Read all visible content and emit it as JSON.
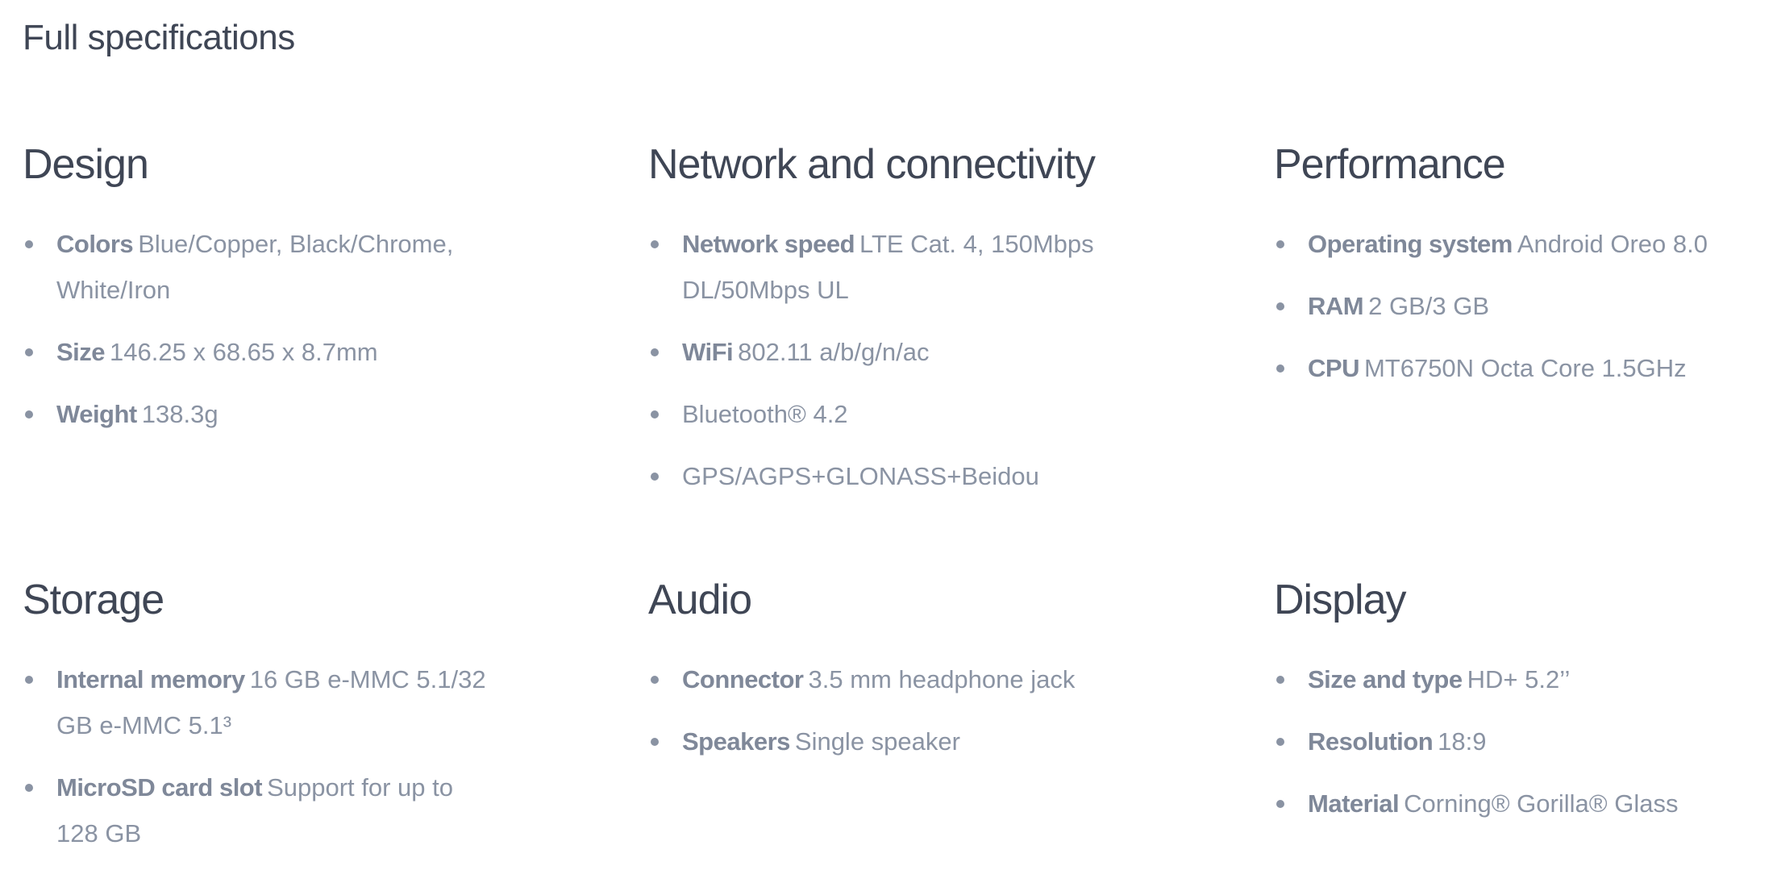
{
  "title": "Full specifications",
  "sections": [
    {
      "heading": "Design",
      "items": [
        {
          "label": "Colors",
          "value": "Blue/Copper, Black/Chrome, White/Iron"
        },
        {
          "label": "Size",
          "value": "146.25 x 68.65 x 8.7mm"
        },
        {
          "label": "Weight",
          "value": "138.3g"
        }
      ]
    },
    {
      "heading": "Network and connectivity",
      "items": [
        {
          "label": "Network speed",
          "value": "LTE Cat. 4, 150Mbps DL/50Mbps UL"
        },
        {
          "label": "WiFi",
          "value": "802.11 a/b/g/n/ac"
        },
        {
          "label": "",
          "value": "Bluetooth® 4.2"
        },
        {
          "label": "",
          "value": "GPS/AGPS+GLONASS+Beidou"
        }
      ]
    },
    {
      "heading": "Performance",
      "items": [
        {
          "label": "Operating system",
          "value": "Android Oreo 8.0"
        },
        {
          "label": "RAM",
          "value": "2 GB/3 GB"
        },
        {
          "label": "CPU",
          "value": "MT6750N Octa Core 1.5GHz"
        }
      ]
    },
    {
      "heading": "Storage",
      "items": [
        {
          "label": "Internal memory",
          "value": "16 GB e-MMC 5.1/32 GB e-MMC 5.1³"
        },
        {
          "label": "MicroSD card slot",
          "value": "Support for up to 128 GB"
        }
      ]
    },
    {
      "heading": "Audio",
      "items": [
        {
          "label": "Connector",
          "value": "3.5 mm headphone jack"
        },
        {
          "label": "Speakers",
          "value": "Single speaker"
        }
      ]
    },
    {
      "heading": "Display",
      "items": [
        {
          "label": "Size and type",
          "value": "HD+ 5.2’’"
        },
        {
          "label": "Resolution",
          "value": "18:9"
        },
        {
          "label": "Material",
          "value": "Corning® Gorilla® Glass"
        }
      ]
    }
  ]
}
